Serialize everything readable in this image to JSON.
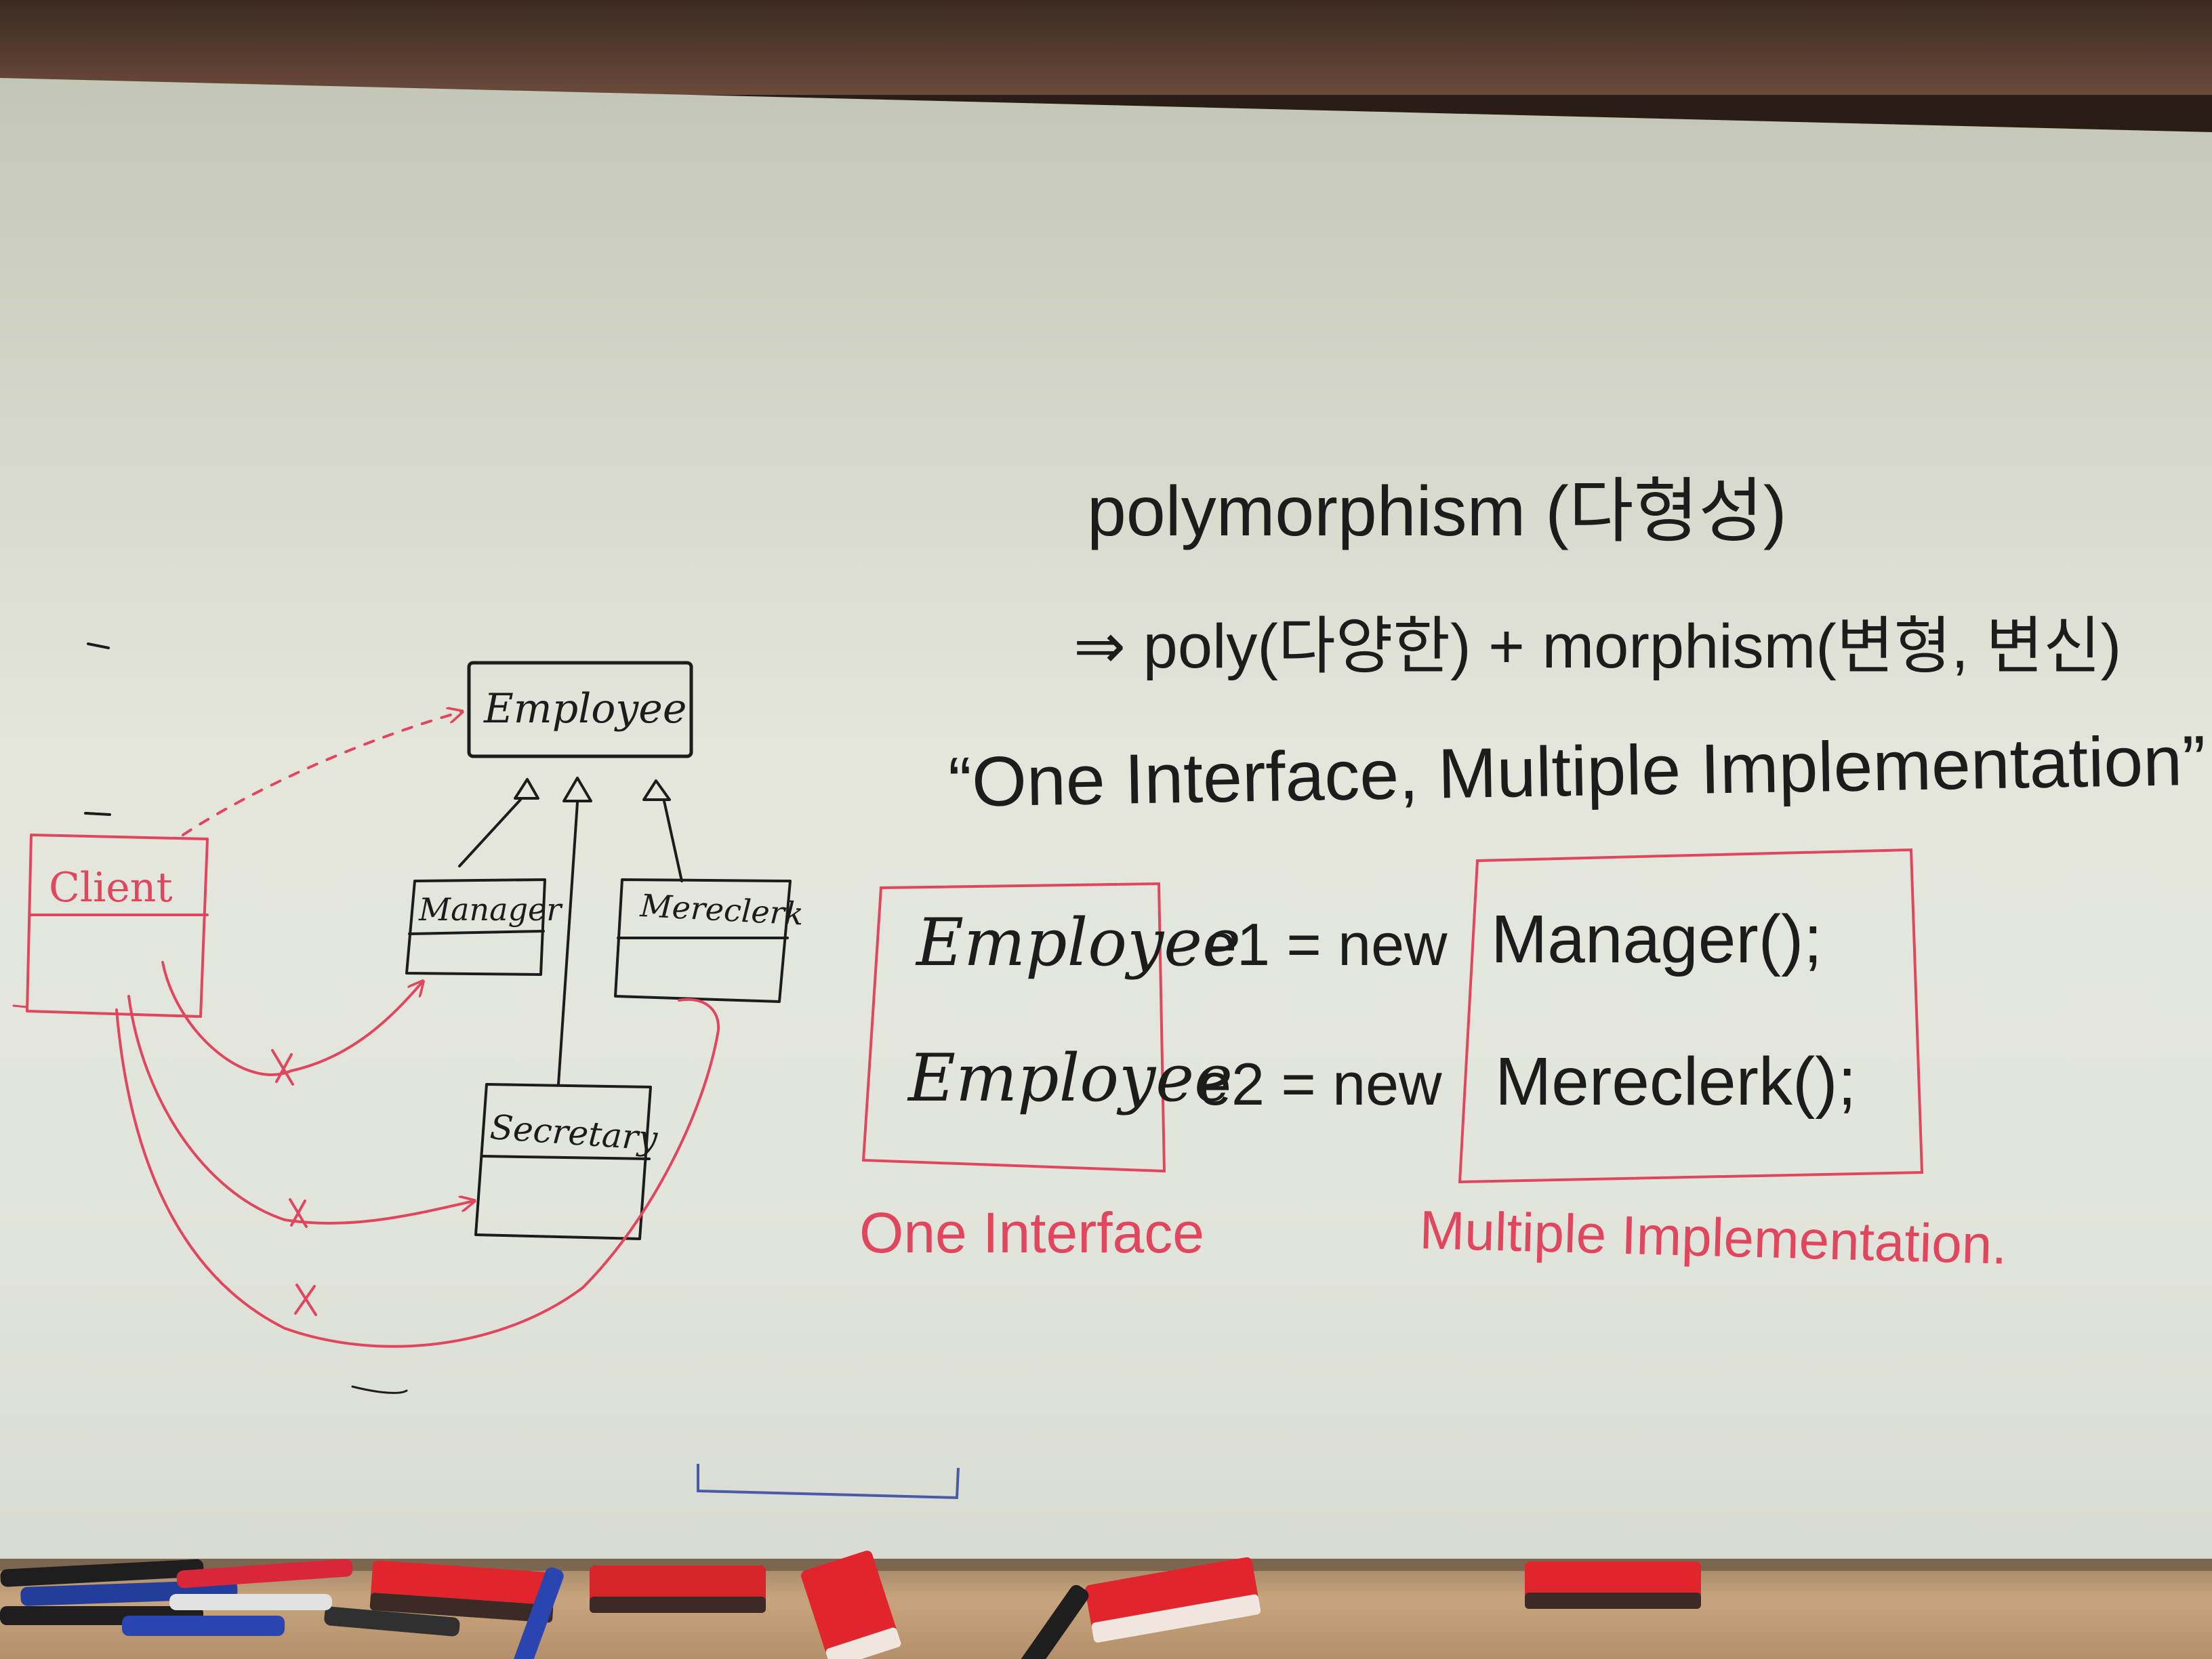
{
  "colors": {
    "frame_wood": "#6b4a3a",
    "board_top": "#c9cbbc",
    "board_mid": "#e6e8de",
    "board_bottom": "#dcdfd6",
    "ink_black": "#1c1c1c",
    "ink_red": "#e0465e",
    "ink_blue": "#4a5aa8",
    "tray": "#c8a57e",
    "eraser_red": "#e0262c"
  },
  "diagram": {
    "employee": "Employee",
    "client": "Client",
    "manager": "Manager",
    "mereclerk": "Mereclerk",
    "secretary": "Secretary"
  },
  "notes": {
    "line1": "polymorphism (다형성)",
    "line2": "⇒ poly(다양한) + morphism(변형, 변신)",
    "quote": "“One Interface, Multiple Implementation”",
    "code1_type": "Employee",
    "code1_rest": "e1 = new",
    "code1_impl": "Manager();",
    "code2_type": "Employee",
    "code2_rest": "e2 = new",
    "code2_impl": "Mereclerk();",
    "label_interface": "One Interface",
    "label_impl": "Multiple Implementation."
  }
}
